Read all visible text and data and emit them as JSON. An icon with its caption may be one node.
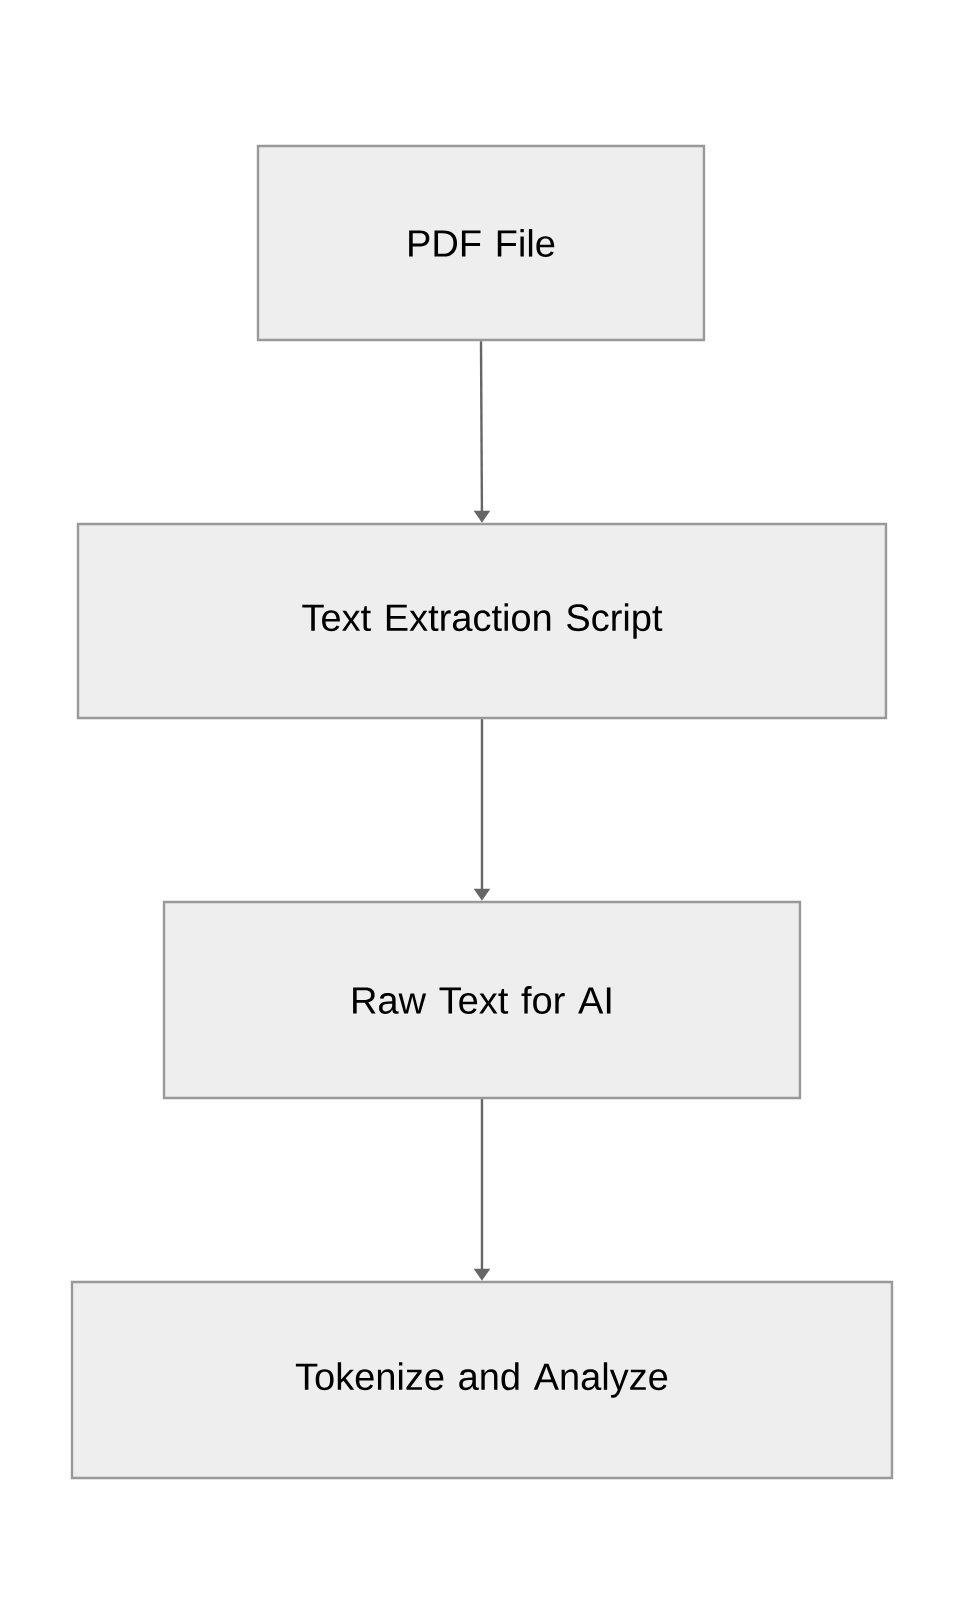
{
  "diagram": {
    "nodes": [
      {
        "text": [
          "PDF File"
        ]
      },
      {
        "text": [
          "Text Extraction Script"
        ]
      },
      {
        "text": [
          "Raw Text for AI"
        ]
      },
      {
        "text": [
          "Tokenize and Analyze"
        ]
      }
    ],
    "edges": [
      {
        "from": 0,
        "to": 1,
        "arrow": "to"
      },
      {
        "from": 1,
        "to": 2,
        "arrow": "to"
      },
      {
        "from": 2,
        "to": 3,
        "arrow": "to"
      }
    ]
  }
}
